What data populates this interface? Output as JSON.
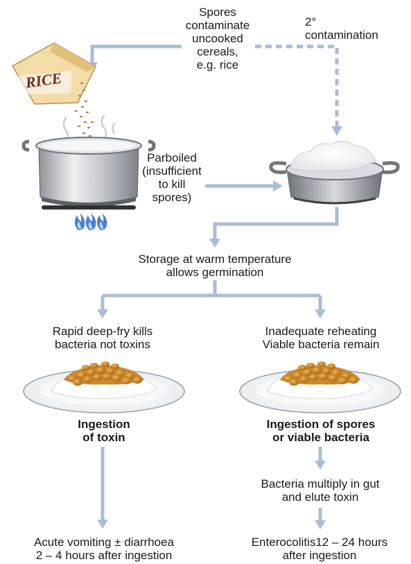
{
  "labels": {
    "spores": "Spores\ncontaminate\nuncooked\ncereals,\ne.g. rice",
    "secondary": "2°\ncontamination",
    "parboiled": "Parboiled\n(insufficient\nto kill\nspores)",
    "storage": "Storage at warm temperature\nallows germination",
    "left_branch": "Rapid deep-fry kills\nbacteria not toxins",
    "right_branch": "Inadequate reheating\nViable bacteria remain",
    "ingest_toxin": "Ingestion\nof toxin",
    "ingest_spores": "Ingestion of spores\nor viable bacteria",
    "multiply": "Bacteria multiply in gut\nand elute toxin",
    "outcome_left": "Acute vomiting ± diarrhoea\n2 – 4 hours after ingestion",
    "outcome_right": "Enterocolitis12 – 24 hours\nafter ingestion",
    "rice_bag": "RICE"
  },
  "colors": {
    "arrow": "#a9bdd6",
    "pot_steel": "#c9ccd0",
    "flame": "#4a7fd0",
    "rice_topping": "#c98a2a"
  }
}
